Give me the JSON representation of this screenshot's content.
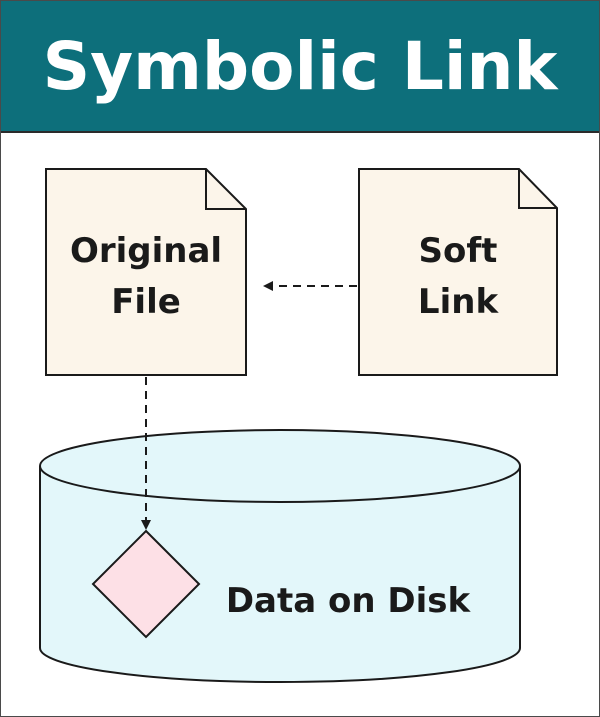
{
  "title": "Symbolic Link",
  "nodes": {
    "original_file": {
      "line1": "Original",
      "line2": "File"
    },
    "soft_link": {
      "line1": "Soft",
      "line2": "Link"
    },
    "disk": {
      "label": "Data on Disk"
    }
  },
  "colors": {
    "title_bg": "#0d6f7b",
    "file_fill": "#fcf5ea",
    "disk_fill": "#e3f7fa",
    "data_fill": "#fde0e6",
    "stroke": "#1a1a1a"
  }
}
